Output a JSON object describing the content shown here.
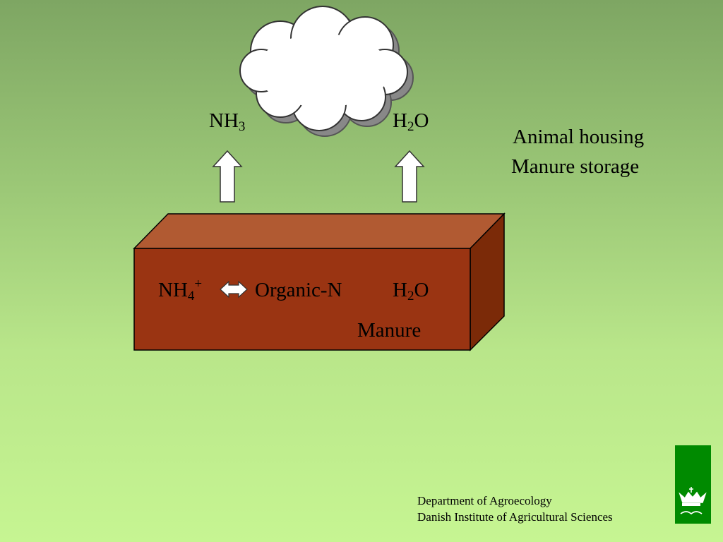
{
  "diagram": {
    "emissions": {
      "nh3": {
        "base": "NH",
        "sub": "3"
      },
      "h2o": {
        "base": "H",
        "sub": "2",
        "tail": "O"
      }
    },
    "box": {
      "nh4": {
        "base": "NH",
        "sub": "4",
        "sup": "+"
      },
      "organic_n": "Organic-N",
      "h2o": {
        "base": "H",
        "sub": "2",
        "tail": "O"
      },
      "manure": "Manure"
    },
    "context": {
      "line1": "Animal housing",
      "line2": "Manure storage"
    }
  },
  "footer": {
    "department": "Department of Agroecology",
    "institute": "Danish Institute of Agricultural Sciences"
  },
  "colors": {
    "box_front": "#9a3412",
    "box_top": "#b15a32",
    "box_side": "#7b2a08",
    "logo_green": "#008a00"
  },
  "icons": {
    "cloud": "cloud-icon",
    "up_arrow": "up-arrow-icon",
    "double_arrow": "double-arrow-icon",
    "logo": "crown-logo-icon"
  }
}
